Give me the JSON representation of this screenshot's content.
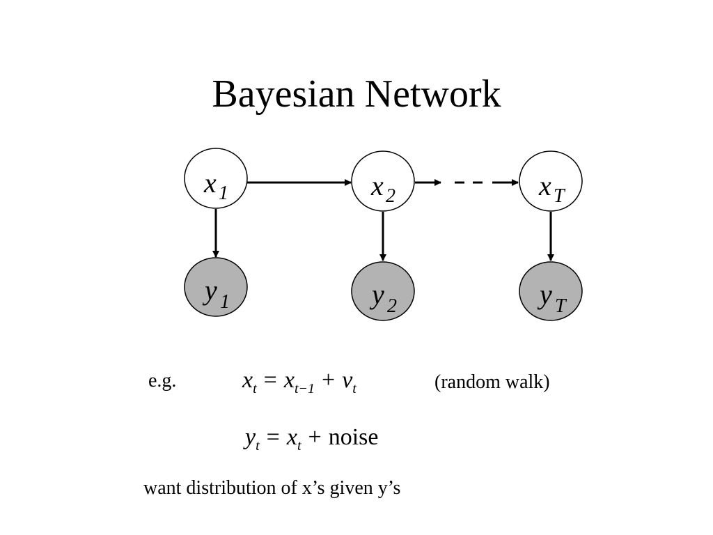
{
  "slide": {
    "title": "Bayesian Network"
  },
  "diagram": {
    "hidden_nodes": [
      {
        "var": "x",
        "sub": "1"
      },
      {
        "var": "x",
        "sub": "2"
      },
      {
        "var": "x",
        "sub": "T"
      }
    ],
    "observed_nodes": [
      {
        "var": "y",
        "sub": "1"
      },
      {
        "var": "y",
        "sub": "2"
      },
      {
        "var": "y",
        "sub": "T"
      }
    ],
    "colors": {
      "hidden_fill": "#ffffff",
      "observed_fill": "#b3b3b3",
      "stroke": "#000000"
    }
  },
  "example": {
    "label": "e.g.",
    "eq1": {
      "lhs": "x",
      "lhs_sub": "t",
      "equals": "=",
      "r1": "x",
      "r1_sub": "t−1",
      "plus": "+",
      "r2": "v",
      "r2_sub": "t"
    },
    "eq1_note": "(random walk)",
    "eq2": {
      "lhs": "y",
      "lhs_sub": "t",
      "equals": "=",
      "r1": "x",
      "r1_sub": "t",
      "plus": "+",
      "r2": "noise"
    }
  },
  "footer_text": "want distribution of x’s given y’s"
}
